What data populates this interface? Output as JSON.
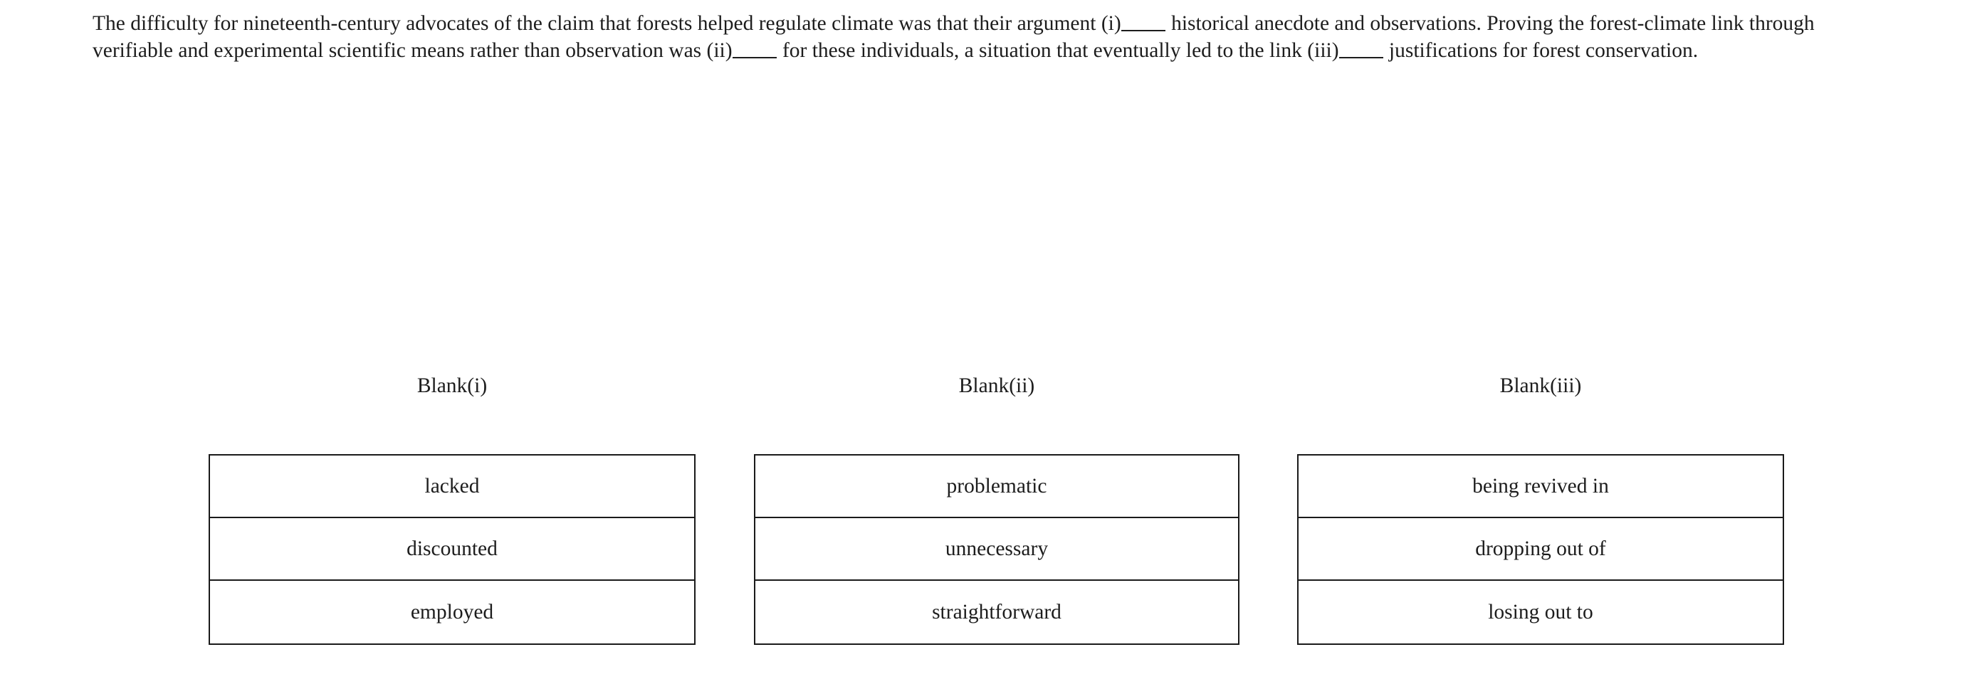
{
  "passage": {
    "segment_1": "The difficulty for nineteenth-century advocates of the claim that forests helped regulate climate was that their argument (i)",
    "segment_2": " historical anecdote and observations. Proving the forest-climate link through verifiable and experimental scientific means rather than observation was (ii)",
    "segment_3": " for these individuals, a situation that eventually led to the link (iii)",
    "segment_4": " justifications for forest conservation."
  },
  "columns": [
    {
      "header": "Blank(i)",
      "options": [
        {
          "label": "lacked"
        },
        {
          "label": "discounted"
        },
        {
          "label": "employed"
        }
      ]
    },
    {
      "header": "Blank(ii)",
      "options": [
        {
          "label": "problematic"
        },
        {
          "label": "unnecessary"
        },
        {
          "label": "straightforward"
        }
      ]
    },
    {
      "header": "Blank(iii)",
      "options": [
        {
          "label": "being revived in"
        },
        {
          "label": "dropping out of"
        },
        {
          "label": "losing out to"
        }
      ]
    }
  ],
  "colors": {
    "text": "#1d1d1d",
    "border": "#1a1a1a",
    "background": "#ffffff"
  }
}
